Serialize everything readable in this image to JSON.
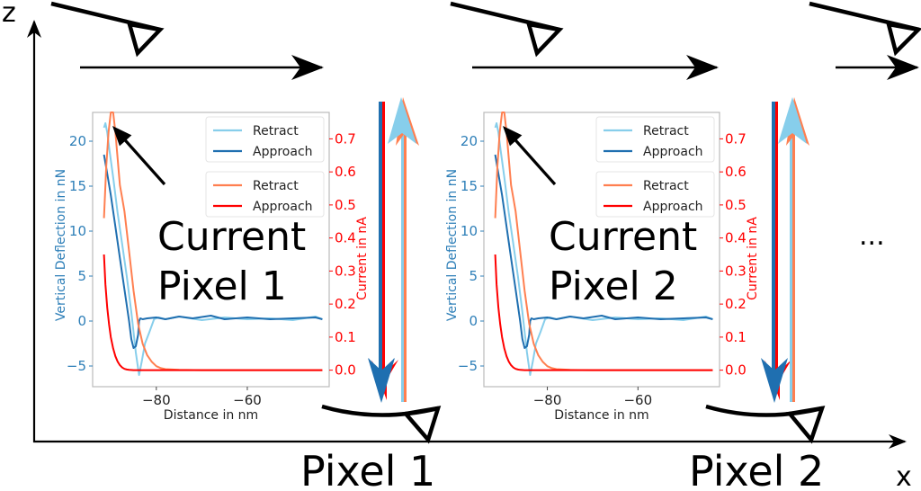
{
  "diagram": {
    "axes": {
      "z_label": "z",
      "x_label": "x"
    },
    "pixel_labels": [
      "Pixel 1",
      "Pixel 2"
    ],
    "ellipsis": "...",
    "colors": {
      "deflection_retract": "#87ceeb",
      "deflection_approach": "#1f6fb0",
      "current_retract": "#ff7f50",
      "current_approach": "#ff0000",
      "deflection_axis": "#2e7fb8",
      "current_axis": "#ff0000"
    }
  },
  "chart_data": [
    {
      "type": "line",
      "panel": "Pixel 1",
      "annotation": [
        "Current",
        "Pixel 1"
      ],
      "xlabel": "Distance in nm",
      "ylabel": "Vertical Deflection in nN",
      "y2label": "Current in nA",
      "xlim": [
        -94,
        -42
      ],
      "ylim": [
        -7.3,
        23.2
      ],
      "y2lim": [
        -0.05,
        0.78
      ],
      "xticks": [
        "−80",
        "−60"
      ],
      "xtick_values": [
        -80,
        -60
      ],
      "yticks": [
        "−5",
        "0",
        "5",
        "10",
        "15",
        "20"
      ],
      "ytick_values": [
        -5,
        0,
        5,
        10,
        15,
        20
      ],
      "y2ticks": [
        "0.0",
        "0.1",
        "0.2",
        "0.3",
        "0.4",
        "0.5",
        "0.6",
        "0.7"
      ],
      "y2tick_values": [
        0.0,
        0.1,
        0.2,
        0.3,
        0.4,
        0.5,
        0.6,
        0.7
      ],
      "legend_deflection": {
        "placement": "top-right",
        "entries": [
          "Retract",
          "Approach"
        ]
      },
      "legend_current": {
        "placement": "upper-right",
        "entries": [
          "Retract",
          "Approach"
        ]
      },
      "series": [
        {
          "name": "Retract",
          "axis": "deflection",
          "color": "#87ceeb",
          "x": [
            -91.5,
            -91.2,
            -90.8,
            -90.3,
            -89.5,
            -88.5,
            -87.5,
            -86.5,
            -85.5,
            -84.5,
            -83.8,
            -83.2,
            -82.5,
            -81.5,
            -80.5,
            -79.5,
            -78,
            -75,
            -70,
            -65,
            -60,
            -55,
            -50,
            -45,
            -43.5
          ],
          "y": [
            21.5,
            22,
            21,
            19,
            16,
            12,
            8.5,
            5,
            1,
            -3.5,
            -6,
            -4.5,
            -2.5,
            -1.2,
            0.2,
            0.4,
            0.2,
            0.5,
            0.1,
            0.4,
            0.2,
            0.3,
            0.1,
            0.5,
            0.2
          ]
        },
        {
          "name": "Approach",
          "axis": "deflection",
          "color": "#1f6fb0",
          "x": [
            -91.5,
            -91,
            -90,
            -89,
            -88,
            -87,
            -86,
            -85.5,
            -85,
            -84.5,
            -84,
            -83.8,
            -83.5,
            -83,
            -82,
            -80,
            -78,
            -75,
            -72,
            -68,
            -65,
            -60,
            -55,
            -50,
            -45,
            -43.5
          ],
          "y": [
            18.5,
            17,
            14,
            10.5,
            7,
            3.5,
            0,
            -2,
            -3,
            -2.8,
            -1.5,
            0,
            0.3,
            0.2,
            0.3,
            0.4,
            0.2,
            0.5,
            0.3,
            0.6,
            0.2,
            0.4,
            0.2,
            0.3,
            0.4,
            0.2
          ]
        },
        {
          "name": "Retract",
          "axis": "current",
          "color": "#ff7f50",
          "x": [
            -91.5,
            -91,
            -90.5,
            -90,
            -89.5,
            -89,
            -88.5,
            -88,
            -87.5,
            -87,
            -86,
            -85,
            -84,
            -83,
            -82,
            -81,
            -80,
            -79,
            -78,
            -75,
            -70,
            -60,
            -50,
            -43.5
          ],
          "y": [
            0.46,
            0.62,
            0.72,
            0.78,
            0.78,
            0.72,
            0.64,
            0.56,
            0.52,
            0.48,
            0.36,
            0.24,
            0.14,
            0.08,
            0.045,
            0.025,
            0.012,
            0.006,
            0.003,
            0.001,
            0.0,
            0.0,
            0.0,
            0.0
          ]
        },
        {
          "name": "Approach",
          "axis": "current",
          "color": "#ff0000",
          "x": [
            -91.5,
            -91.2,
            -90.8,
            -90.4,
            -90,
            -89.5,
            -89,
            -88.5,
            -88,
            -87.5,
            -87,
            -86.5,
            -86,
            -85,
            -80,
            -70,
            -60,
            -50,
            -43.5
          ],
          "y": [
            0.35,
            0.26,
            0.19,
            0.14,
            0.1,
            0.066,
            0.042,
            0.026,
            0.015,
            0.008,
            0.004,
            0.002,
            0.001,
            0.0,
            0.0,
            0.0,
            0.0,
            0.0,
            0.0
          ]
        }
      ]
    },
    {
      "type": "line",
      "panel": "Pixel 2",
      "annotation": [
        "Current",
        "Pixel 2"
      ],
      "xlabel": "Distance in nm",
      "ylabel": "Vertical Deflection in nN",
      "y2label": "Current in nA",
      "xlim": [
        -94,
        -42
      ],
      "ylim": [
        -7.3,
        23.2
      ],
      "y2lim": [
        -0.05,
        0.78
      ],
      "xticks": [
        "−80",
        "−60"
      ],
      "xtick_values": [
        -80,
        -60
      ],
      "yticks": [
        "−5",
        "0",
        "5",
        "10",
        "15",
        "20"
      ],
      "ytick_values": [
        -5,
        0,
        5,
        10,
        15,
        20
      ],
      "y2ticks": [
        "0.0",
        "0.1",
        "0.2",
        "0.3",
        "0.4",
        "0.5",
        "0.6",
        "0.7"
      ],
      "y2tick_values": [
        0.0,
        0.1,
        0.2,
        0.3,
        0.4,
        0.5,
        0.6,
        0.7
      ],
      "legend_deflection": {
        "placement": "top-right",
        "entries": [
          "Retract",
          "Approach"
        ]
      },
      "legend_current": {
        "placement": "upper-right",
        "entries": [
          "Retract",
          "Approach"
        ]
      },
      "series": [
        {
          "name": "Retract",
          "axis": "deflection",
          "color": "#87ceeb",
          "x": [
            -91.5,
            -91.2,
            -90.8,
            -90.3,
            -89.5,
            -88.5,
            -87.5,
            -86.5,
            -85.5,
            -84.5,
            -83.8,
            -83.2,
            -82.5,
            -81.5,
            -80.5,
            -79.5,
            -78,
            -75,
            -70,
            -65,
            -60,
            -55,
            -50,
            -45,
            -43.5
          ],
          "y": [
            21.5,
            22,
            21,
            19,
            16,
            12,
            8.5,
            5,
            1,
            -3.5,
            -6,
            -4.5,
            -2.5,
            -1.2,
            0.2,
            0.4,
            0.2,
            0.5,
            0.1,
            0.4,
            0.2,
            0.3,
            0.1,
            0.5,
            0.2
          ]
        },
        {
          "name": "Approach",
          "axis": "deflection",
          "color": "#1f6fb0",
          "x": [
            -91.5,
            -91,
            -90,
            -89,
            -88,
            -87,
            -86,
            -85.5,
            -85,
            -84.5,
            -84,
            -83.8,
            -83.5,
            -83,
            -82,
            -80,
            -78,
            -75,
            -72,
            -68,
            -65,
            -60,
            -55,
            -50,
            -45,
            -43.5
          ],
          "y": [
            18.5,
            17,
            14,
            10.5,
            7,
            3.5,
            0,
            -2,
            -3,
            -2.8,
            -1.5,
            0,
            0.3,
            0.2,
            0.3,
            0.4,
            0.2,
            0.5,
            0.3,
            0.6,
            0.2,
            0.4,
            0.2,
            0.3,
            0.4,
            0.2
          ]
        },
        {
          "name": "Retract",
          "axis": "current",
          "color": "#ff7f50",
          "x": [
            -91.5,
            -91,
            -90.5,
            -90,
            -89.5,
            -89,
            -88.5,
            -88,
            -87.5,
            -87,
            -86,
            -85,
            -84,
            -83,
            -82,
            -81,
            -80,
            -79,
            -78,
            -75,
            -70,
            -60,
            -50,
            -43.5
          ],
          "y": [
            0.46,
            0.62,
            0.72,
            0.78,
            0.78,
            0.72,
            0.64,
            0.56,
            0.52,
            0.48,
            0.36,
            0.24,
            0.14,
            0.08,
            0.045,
            0.025,
            0.012,
            0.006,
            0.003,
            0.001,
            0.0,
            0.0,
            0.0,
            0.0
          ]
        },
        {
          "name": "Approach",
          "axis": "current",
          "color": "#ff0000",
          "x": [
            -91.5,
            -91.2,
            -90.8,
            -90.4,
            -90,
            -89.5,
            -89,
            -88.5,
            -88,
            -87.5,
            -87,
            -86.5,
            -86,
            -85,
            -80,
            -70,
            -60,
            -50,
            -43.5
          ],
          "y": [
            0.35,
            0.26,
            0.19,
            0.14,
            0.1,
            0.066,
            0.042,
            0.026,
            0.015,
            0.008,
            0.004,
            0.002,
            0.001,
            0.0,
            0.0,
            0.0,
            0.0,
            0.0,
            0.0
          ]
        }
      ]
    }
  ]
}
